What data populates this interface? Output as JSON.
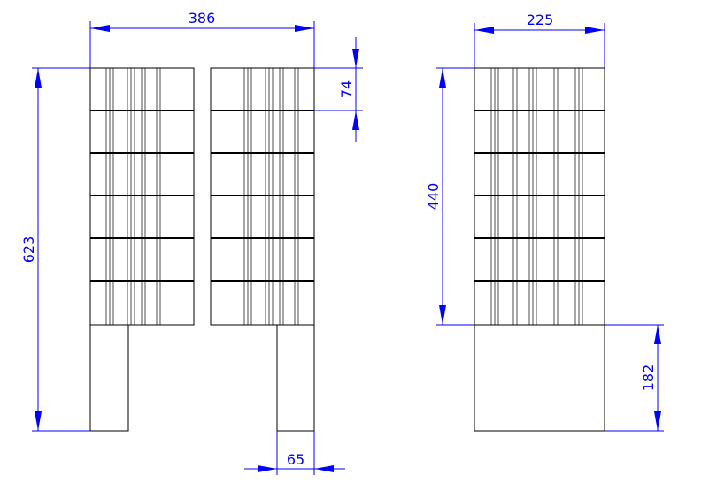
{
  "dimensions": {
    "front_width": "386",
    "side_width": "225",
    "block_height": "74",
    "total_height": "623",
    "stack_height": "440",
    "base_height": "182",
    "leg_width": "65"
  },
  "colors": {
    "dimension": "#0000ff",
    "object": "#000000",
    "background": "#ffffff"
  }
}
